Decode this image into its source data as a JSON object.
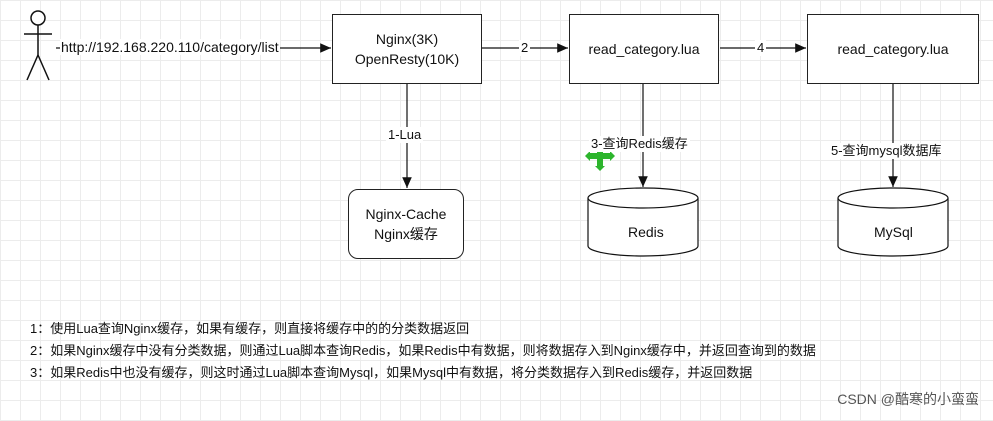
{
  "request_url": "http://192.168.220.110/category/list",
  "nodes": {
    "nginx": [
      "Nginx(3K)",
      "OpenResty(10K)"
    ],
    "lua_a": "read_category.lua",
    "lua_b": "read_category.lua",
    "cache": [
      "Nginx-Cache",
      "Nginx缓存"
    ],
    "redis": "Redis",
    "mysql": "MySql"
  },
  "edges": {
    "e1": "1-Lua",
    "e2": "2",
    "e3": "3-查询Redis缓存",
    "e4": "4",
    "e5": "5-查询mysql数据库"
  },
  "notes": [
    "1：使用Lua查询Nginx缓存，如果有缓存，则直接将缓存中的的分类数据返回",
    "2：如果Nginx缓存中没有分类数据，则通过Lua脚本查询Redis，如果Redis中有数据，则将数据存入到Nginx缓存中，并返回查询到的数据",
    "3：如果Redis中也没有缓存，则这时通过Lua脚本查询Mysql，如果Mysql中有数据，将分类数据存入到Redis缓存，并返回数据"
  ],
  "watermark": "CSDN @酷寒的小蛮蛮",
  "colors": {
    "line": "#111111",
    "cursor": "#2db52d"
  }
}
